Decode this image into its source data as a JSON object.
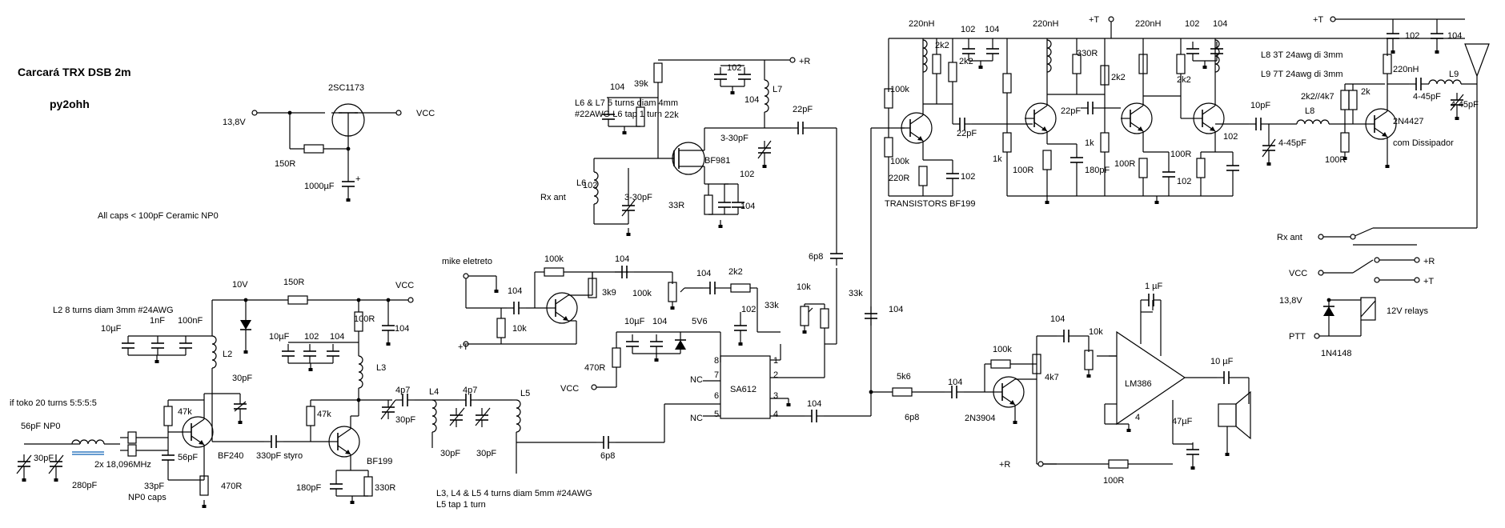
{
  "title": "Carcará TRX DSB 2m",
  "callsign": "py2ohh",
  "notes": {
    "caps": "All caps < 100pF Ceramic NP0",
    "l2": "L2 8 turns diam 3mm #24AWG",
    "l6l7_a": "L6 & L7 5 turns diam 4mm",
    "l6l7_b": "#22AWG L6 tap 1 turn",
    "l345_a": "L3, L4 & L5 4 turns diam 5mm #24AWG",
    "l345_b": "L5 tap 1 turn",
    "l8": "L8 3T 24awg di 3mm",
    "l9": "L9 7T 24awg di 3mm",
    "iftoko": "if toko 20 turns 5:5:5:5",
    "xtal": "2x 18,096MHz",
    "np0_a": "33pF",
    "np0_b": "NP0 caps",
    "styro": "330pF styro",
    "transistors": "TRANSISTORS   BF199",
    "dissipador": "com Dissipador",
    "relays": "12V relays"
  },
  "parts": {
    "reg_q": "2SC1173",
    "in_13v8": "13,8V",
    "vcc": "VCC",
    "r150": "150R",
    "c1000": "1000µF",
    "v10": "10V",
    "r150b": "150R",
    "vcc_b": "VCC",
    "c10u": "10µF",
    "c1n": "1nF",
    "c100n": "100nF",
    "c56np0": "56pF NP0",
    "c30a": "30pF",
    "c280": "280pF",
    "r47k_a": "47k",
    "c56": "56pF",
    "r470": "470R",
    "q_bf240": "BF240",
    "l2": "L2",
    "c30b": "30pF",
    "c10u_b": "10µF",
    "c102": "102",
    "c104": "104",
    "r100": "100R",
    "r104b": "104",
    "l3": "L3",
    "r47k_b": "47k",
    "q_bf199": "BF199",
    "c30c": "30pF",
    "c180": "180pF",
    "r330": "330R",
    "c4p7a": "4p7",
    "c4p7b": "4p7",
    "l4": "L4",
    "l5": "L5",
    "c30d": "30pF",
    "c30e": "30pF",
    "c6p8": "6p8",
    "mike": "mike eletreto",
    "r100k_a": "100k",
    "c104_a": "104",
    "r10k": "10k",
    "r3k9": "3k9",
    "plus_t": "+T",
    "c104_b": "104",
    "r2k2": "2k2",
    "r100k_b": "100k",
    "c102_b": "102",
    "r33k_a": "33k",
    "r10k_b": "10k",
    "r33k_b": "33k",
    "c6p8b": "6p8",
    "c10u_c": "10µF",
    "c104_c": "104",
    "z5v6": "5V6",
    "r470b": "470R",
    "vcc_c": "VCC",
    "nc1": "NC",
    "nc2": "NC",
    "sa612": "SA612",
    "pin8": "8",
    "pin7": "7",
    "pin6": "6",
    "pin5": "5",
    "pin1": "1",
    "pin2": "2",
    "pin3": "3",
    "pin4": "4",
    "c104_d": "104",
    "c102_c": "102",
    "c104_e": "104",
    "r39k": "39k",
    "r22k": "22k",
    "l7": "L7",
    "c102_d": "102",
    "c104_f": "104",
    "plus_r": "+R",
    "c22p": "22pF",
    "c3_30a": "3-30pF",
    "q_bf981": "BF981",
    "l6": "L6",
    "c3_30b": "3-30pF",
    "rxant": "Rx ant",
    "c102_e": "102",
    "c104_g": "104",
    "r33": "33R",
    "c6p8c": "6p8",
    "c104_h": "104",
    "r5k6": "5k6",
    "c104_i": "104",
    "r100k_c": "100k",
    "q_2n3904": "2N3904",
    "c104_j": "104",
    "r10k_c": "10k",
    "r4k7": "4k7",
    "c1u": "1 µF",
    "lm386": "LM386",
    "c10u_d": "10 µF",
    "c47u": "47µF",
    "r100c": "100R",
    "plus_r2": "+R",
    "l220a": "220nH",
    "c102_f": "102",
    "c104_k": "104",
    "l220b": "220nH",
    "l220c": "220nH",
    "c102_g": "102",
    "c104_l": "104",
    "r2k2a": "2k2",
    "r2k2b": "2k2",
    "r330b": "330R",
    "r2k2c": "2k2",
    "r2k2d": "2k2",
    "r100k_d": "100k",
    "r100k_e": "100k",
    "r220": "220R",
    "c102_h": "102",
    "c22pa": "22pF",
    "c22pb": "22pF",
    "r1ka": "1k",
    "r1kb": "1k",
    "r100ra": "100R",
    "c180b": "180pF",
    "r100rb": "100R",
    "r100rc": "100R",
    "c102_i": "102",
    "c102_j": "102",
    "plus_t2": "+T",
    "c10p": "10pF",
    "c4_45a": "4-45pF",
    "l8": "L8",
    "r2k2_4k7": "2k2//4k7",
    "r2k": "2k",
    "r100rd": "100R",
    "q_2n4427": "2N4427",
    "l220d": "220nH",
    "c4_45b": "4-45pF",
    "c4_45c": "4-45pF",
    "l9": "L9",
    "plus_t3": "+T",
    "c102_k": "102",
    "c104_m": "104",
    "rxant2": "Rx ant",
    "vcc_d": "VCC",
    "plus_r3": "+R",
    "plus_t4": "+T",
    "v13_8b": "13,8V",
    "ptt": "PTT",
    "d1n4148": "1N4148"
  }
}
